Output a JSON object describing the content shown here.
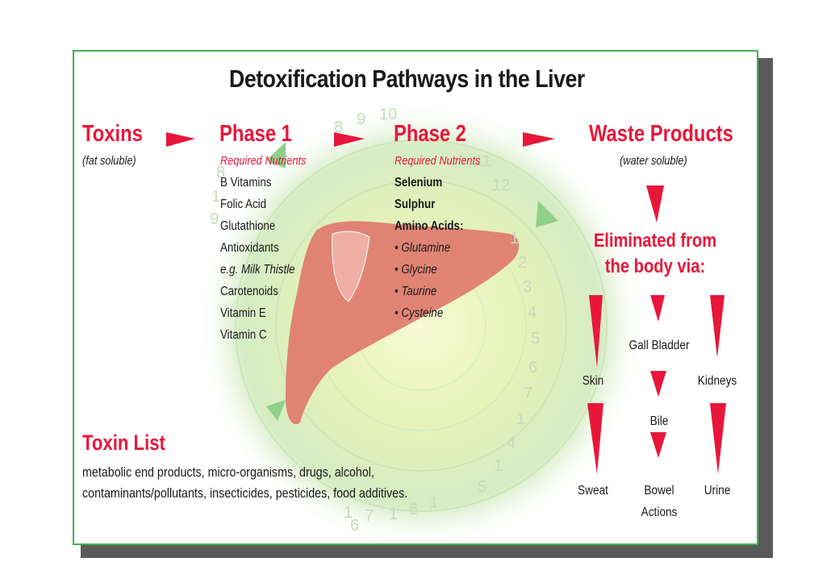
{
  "title": "Detoxification Pathways in the Liver",
  "colors": {
    "accent": "#e8173a",
    "frame": "#3db54a"
  },
  "toxins": {
    "heading": "Toxins",
    "sub": "(fat soluble)"
  },
  "phase1": {
    "heading": "Phase 1",
    "sub": "Required Nutrients",
    "items": [
      "B Vitamins",
      "Folic Acid",
      "Glutathione",
      "Antioxidants",
      "e.g. Milk Thistle",
      "Carotenoids",
      "Vitamin E",
      "Vitamin C"
    ]
  },
  "phase2": {
    "heading": "Phase 2",
    "sub": "Required Nutrients",
    "items": [
      "Selenium",
      "Sulphur",
      "Amino Acids:",
      "• Glutamine",
      "• Glycine",
      "• Taurine",
      "• Cysteine"
    ]
  },
  "waste": {
    "heading": "Waste Products",
    "sub": "(water soluble)"
  },
  "eliminated": {
    "line1": "Eliminated from",
    "line2": "the body via:"
  },
  "routes": {
    "gall_bladder": "Gall Bladder",
    "skin": "Skin",
    "kidneys": "Kidneys",
    "bile": "Bile",
    "sweat": "Sweat",
    "bowel": "Bowel",
    "actions": "Actions",
    "urine": "Urine"
  },
  "toxin_list": {
    "heading": "Toxin List",
    "line1": "metabolic end products, micro-organisms, drugs, alcohol,",
    "line2": "contaminants/pollutants, insecticides, pesticides, food additives."
  },
  "dial_numbers": [
    "8",
    "9",
    "10",
    "11",
    "12",
    "1",
    "2",
    "3",
    "4",
    "5",
    "6",
    "7",
    "1",
    "4",
    "1",
    "5",
    "1",
    "6",
    "1",
    "7",
    "1",
    "8",
    "1",
    "9",
    "6"
  ]
}
